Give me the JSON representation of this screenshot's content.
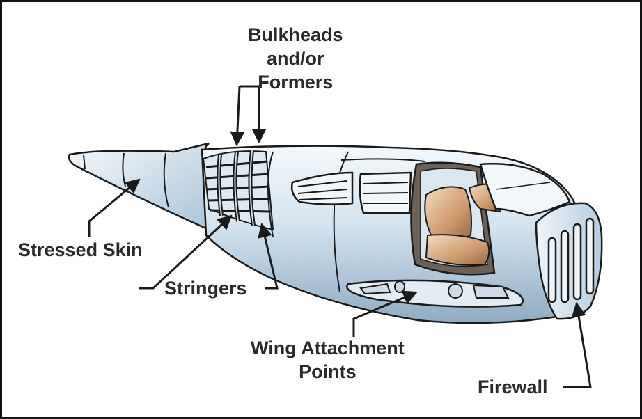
{
  "labels": {
    "bulkheads": [
      "Bulkheads",
      "and/or",
      "Formers"
    ],
    "stressed_skin": "Stressed Skin",
    "stringers": "Stringers",
    "wing_attachment": [
      "Wing Attachment",
      "Points"
    ],
    "firewall": "Firewall"
  },
  "colors": {
    "skin_light": "#e8f1f8",
    "skin_mid": "#b9d2e4",
    "skin_dark": "#7f9db6",
    "outline": "#1a1a1a",
    "seat": "#c8946a",
    "seat_light": "#ecd1b3",
    "text": "#2a2a2a"
  }
}
